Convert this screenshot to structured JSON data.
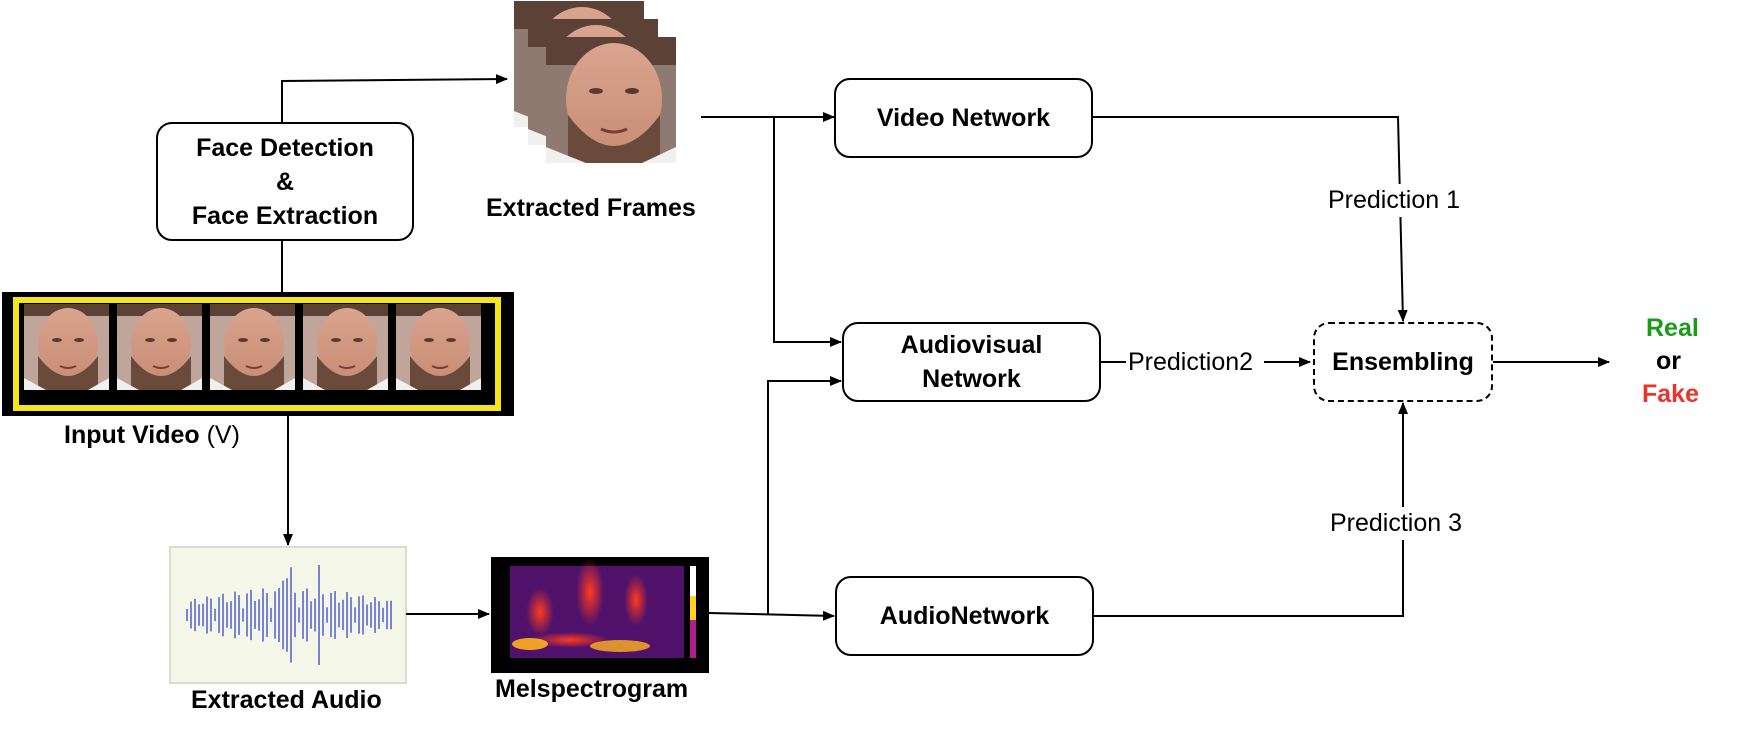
{
  "nodes": {
    "face_detection": [
      "Face Detection",
      "&",
      "Face Extraction"
    ],
    "video_network": "Video Network",
    "audiovisual_network": [
      "Audiovisual",
      "Network"
    ],
    "audio_network": "AudioNetwork",
    "ensembling": "Ensembling"
  },
  "labels": {
    "extracted_frames": "Extracted Frames",
    "input_video_bold": "Input Video",
    "input_video_symbol": "(V)",
    "extracted_audio": "Extracted Audio",
    "melspectrogram": "Melspectrogram",
    "prediction1": "Prediction 1",
    "prediction2": "Prediction2",
    "prediction3": "Prediction 3"
  },
  "output": {
    "real": "Real",
    "or": "or",
    "fake": "Fake"
  },
  "colors": {
    "real": "#1a9b1a",
    "fake": "#e8342b",
    "video_strip_border": "#f5e61a",
    "video_strip_bg": "#000000"
  },
  "icons": {
    "frames": "face-frame-stack-image",
    "video": "video-strip-image",
    "audio": "audio-waveform-image",
    "spectrogram": "melspectrogram-image"
  }
}
